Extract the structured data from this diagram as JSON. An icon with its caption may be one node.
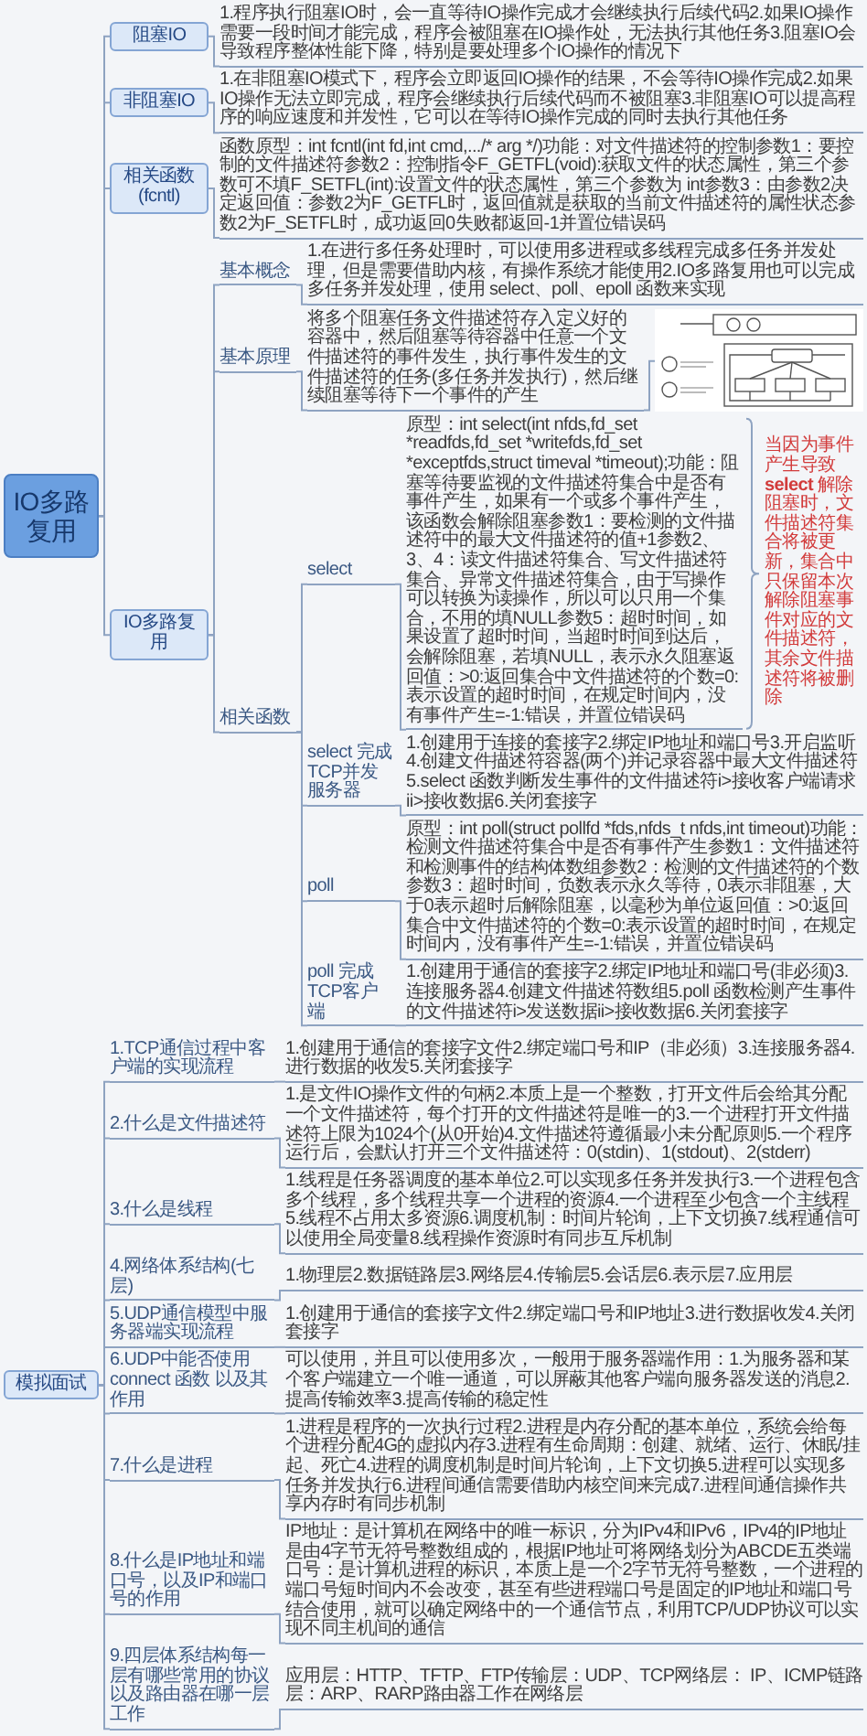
{
  "diagram": {
    "nodes": [
      {
        "text": [
          "IO多路复用"
        ]
      },
      {
        "text": [
          "阻塞IO"
        ]
      },
      {
        "text": [
          "1.程序执行阻塞IO时，会一直等待IO操作完成才会继续执行后续代码2.如果IO操作需要一段时间才能完成，程序会被阻塞在IO操作处，无法执行其他任务3.阻塞IO会导致程序整体性能下降，特别是要处理多个IO操作的情况下"
        ]
      },
      {
        "text": [
          "非阻塞IO"
        ]
      },
      {
        "text": [
          "1.在非阻塞IO模式下，程序会立即返回IO操作的结果，不会等待IO操作完成2.如果IO操作无法立即完成，程序会继续执行后续代码而不被阻塞3.非阻塞IO可以提高程序的响应速度和并发性，它可以在等待IO操作完成的同时去执行其他任务"
        ]
      },
      {
        "text": [
          "相关函数(fcntl)"
        ]
      },
      {
        "text": [
          "函数原型：int fcntl(int fd,int cmd,.../* arg */)功能：对文件描述符的控制参数1：要控制的文件描述符参数2：控制指令F_GETFL(void):获取文件的状态属性，第三个参数可不填F_SETFL(int):设置文件的状态属性，第三个参数为 int参数3：由参数2决定返回值：参数2为F_GETFL时，返回值就是获取的当前文件描述符的属性状态参数2为F_SETFL时，成功返回0失败都返回-1并置位错误码"
        ]
      },
      {
        "text": [
          "IO多路复用"
        ]
      },
      {
        "text": [
          "基本概念"
        ]
      },
      {
        "text": [
          "1.在进行多任务处理时，可以使用多进程或多线程完成多任务并发处理，但是需要借助内核，有操作系统才能使用2.IO多路复用也可以完成多任务并发处理，使用 select、poll、epoll 函数来实现"
        ]
      },
      {
        "text": [
          "基本原理"
        ]
      },
      {
        "text": [
          "将多个阻塞任务文件描述符存入定义好的容器中，然后阻塞等待容器中任意一个文件描述符的事件发生，执行事件发生的文件描述符的任务(多任务并发执行)，然后继续阻塞等待下一个事件的产生"
        ]
      },
      {
        "text": [],
        "shape": "picture"
      },
      {
        "text": [
          "相关函数"
        ]
      },
      {
        "text": [
          "select"
        ]
      },
      {
        "text": [
          "原型：int select(int nfds,fd_set *readfds,fd_set *writefds,fd_set *exceptfds,struct timeval *timeout);功能：阻塞等待要监视的文件描述符集合中是否有事件产生，如果有一个或多个事件产生，该函数会解除阻塞参数1：要检测的文件描述符中的最大文件描述符的值+1参数2、3、4：读文件描述符集合、写文件描述符集合、异常文件描述符集合，由于写操作可以转换为读操作，所以可以只用一个集合，不用的填NULL参数5：超时时间，如果设置了超时时间，当超时时间到达后，会解除阻塞，若填NULL，表示永久阻塞返回值：>0:返回集合中文件描述符的个数=0:表示设置的超时时间，在规定时间内，没有事件产生=-1:错误，并置位错误码"
        ],
        "beside": [
          "当因为事件产生导致 **select** 解除阻塞时，文件描述符集合将被更新，集合中只保留本次解除阻塞事件对应的文件描述符，其余文件描述符将被删除"
        ]
      },
      {
        "text": [
          "select 完成TCP并发服务器"
        ]
      },
      {
        "text": [
          "1.创建用于连接的套接字2.绑定IP地址和端口号3.开启监听4.创建文件描述符容器(两个)并记录容器中最大文件描述符5.select 函数判断发生事件的文件描述符i>接收客户端请求ii>接收数据6.关闭套接字"
        ]
      },
      {
        "text": [
          "poll"
        ]
      },
      {
        "text": [
          "原型：int poll(struct pollfd *fds,nfds_t nfds,int timeout)功能：检测文件描述符集合中是否有事件产生参数1：文件描述符和检测事件的结构体数组参数2：检测的文件描述符的个数参数3：超时时间，负数表示永久等待，0表示非阻塞，大于0表示超时后解除阻塞，以毫秒为单位返回值：>0:返回集合中文件描述符的个数=0:表示设置的超时时间，在规定时间内，没有事件产生=-1:错误，并置位错误码"
        ]
      },
      {
        "text": [
          "poll 完成TCP客户端"
        ]
      },
      {
        "text": [
          "1.创建用于通信的套接字2.绑定IP地址和端口号(非必须)3.连接服务器4.创建文件描述符数组5.poll 函数检测产生事件的文件描述符i>发送数据ii>接收数据6.关闭套接字"
        ]
      },
      {
        "text": [
          "模拟面试"
        ]
      },
      {
        "text": [
          "1.TCP通信过程中客户端的实现流程"
        ]
      },
      {
        "text": [
          "1.创建用于通信的套接字文件2.绑定端口号和IP（非必须）3.连接服务器4.进行数据的收发5.关闭套接字"
        ]
      },
      {
        "text": [
          "2.什么是文件描述符"
        ]
      },
      {
        "text": [
          "1.是文件IO操作文件的句柄2.本质上是一个整数，打开文件后会给其分配一个文件描述符，每个打开的文件描述符是唯一的3.一个进程打开文件描述符上限为1024个(从0开始)4.文件描述符遵循最小未分配原则5.一个程序运行后，会默认打开三个文件描述符：0(stdin)、1(stdout)、2(stderr)"
        ]
      },
      {
        "text": [
          "3.什么是线程"
        ]
      },
      {
        "text": [
          "1.线程是任务器调度的基本单位2.可以实现多任务并发执行3.一个进程包含多个线程，多个线程共享一个进程的资源4.一个进程至少包含一个主线程5.线程不占用太多资源6.调度机制：时间片轮询，上下文切换7.线程通信可以使用全局变量8.线程操作资源时有同步互斥机制"
        ]
      },
      {
        "text": [
          "4.网络体系结构(七层)"
        ]
      },
      {
        "text": [
          "1.物理层2.数据链路层3.网络层4.传输层5.会话层6.表示层7.应用层"
        ]
      },
      {
        "text": [
          "5.UDP通信模型中服务器端实现流程"
        ]
      },
      {
        "text": [
          "1.创建用于通信的套接字文件2.绑定端口号和IP地址3.进行数据收发4.关闭套接字"
        ]
      },
      {
        "text": [
          "6.UDP中能否使用 connect 函数 以及其作用"
        ]
      },
      {
        "text": [
          "可以使用，并且可以使用多次，一般用于服务器端作用：1.为服务器和某个客户端建立一个唯一通道，可以屏蔽其他客户端向服务器发送的消息2.提高传输效率3.提高传输的稳定性"
        ]
      },
      {
        "text": [
          "7.什么是进程"
        ]
      },
      {
        "text": [
          "1.进程是程序的一次执行过程2.进程是内存分配的基本单位，系统会给每个进程分配4G的虚拟内存3.进程有生命周期：创建、就绪、运行、休眠/挂起、死亡4.进程的调度机制是时间片轮询，上下文切换5.进程可以实现多任务并发执行6.进程间通信需要借助内核空间来完成7.进程间通信操作共享内存时有同步机制"
        ]
      },
      {
        "text": [
          "8.什么是IP地址和端口号，以及IP和端口号的作用"
        ]
      },
      {
        "text": [
          "IP地址：是计算机在网络中的唯一标识，分为IPv4和IPv6，IPv4的IP地址是由4字节无符号整数组成的，根据IP地址可将网络划分为ABCDE五类端口号：是计算机进程的标识，本质上是一个2字节无符号整数，一个进程的端口号短时间内不会改变，甚至有些进程端口号是固定的IP地址和端口号结合使用，就可以确定网络中的一个通信节点，利用TCP/UDP协议可以实现不同主机间的通信"
        ]
      },
      {
        "text": [
          "9.四层体系结构每一层有哪些常用的协议以及路由器在哪一层工作"
        ]
      },
      {
        "text": [
          "应用层：HTTP、TFTP、FTP传输层：UDP、TCP网络层： IP、ICMP链路层：ARP、RARP路由器工作在网络层"
        ]
      }
    ],
    "edges": [
      {
        "from": 0,
        "to": 1,
        "arrow": "none"
      },
      {
        "from": 1,
        "to": 2,
        "arrow": "none"
      },
      {
        "from": 0,
        "to": 3,
        "arrow": "none"
      },
      {
        "from": 3,
        "to": 4,
        "arrow": "none"
      },
      {
        "from": 0,
        "to": 5,
        "arrow": "none"
      },
      {
        "from": 5,
        "to": 6,
        "arrow": "none"
      },
      {
        "from": 0,
        "to": 7,
        "arrow": "none"
      },
      {
        "from": 7,
        "to": 8,
        "arrow": "none"
      },
      {
        "from": 8,
        "to": 9,
        "arrow": "none"
      },
      {
        "from": 7,
        "to": 10,
        "arrow": "none"
      },
      {
        "from": 10,
        "to": 11,
        "arrow": "none"
      },
      {
        "from": 11,
        "to": 12,
        "arrow": "none"
      },
      {
        "from": 7,
        "to": 13,
        "arrow": "none"
      },
      {
        "from": 13,
        "to": 14,
        "arrow": "none"
      },
      {
        "from": 14,
        "to": 15,
        "arrow": "none"
      },
      {
        "from": 13,
        "to": 16,
        "arrow": "none"
      },
      {
        "from": 16,
        "to": 17,
        "arrow": "none"
      },
      {
        "from": 13,
        "to": 18,
        "arrow": "none"
      },
      {
        "from": 18,
        "to": 19,
        "arrow": "none"
      },
      {
        "from": 13,
        "to": 20,
        "arrow": "none"
      },
      {
        "from": 20,
        "to": 21,
        "arrow": "none"
      },
      {
        "from": 22,
        "to": 23,
        "arrow": "none"
      },
      {
        "from": 23,
        "to": 24,
        "arrow": "none"
      },
      {
        "from": 22,
        "to": 25,
        "arrow": "none"
      },
      {
        "from": 25,
        "to": 26,
        "arrow": "none"
      },
      {
        "from": 22,
        "to": 27,
        "arrow": "none"
      },
      {
        "from": 27,
        "to": 28,
        "arrow": "none"
      },
      {
        "from": 22,
        "to": 29,
        "arrow": "none"
      },
      {
        "from": 29,
        "to": 30,
        "arrow": "none"
      },
      {
        "from": 22,
        "to": 31,
        "arrow": "none"
      },
      {
        "from": 31,
        "to": 32,
        "arrow": "none"
      },
      {
        "from": 22,
        "to": 33,
        "arrow": "none"
      },
      {
        "from": 33,
        "to": 34,
        "arrow": "none"
      },
      {
        "from": 22,
        "to": 35,
        "arrow": "none"
      },
      {
        "from": 35,
        "to": 36,
        "arrow": "none"
      },
      {
        "from": 22,
        "to": 37,
        "arrow": "none"
      },
      {
        "from": 37,
        "to": 38,
        "arrow": "none"
      },
      {
        "from": 22,
        "to": 39,
        "arrow": "none"
      },
      {
        "from": 39,
        "to": 40,
        "arrow": "none"
      }
    ]
  }
}
